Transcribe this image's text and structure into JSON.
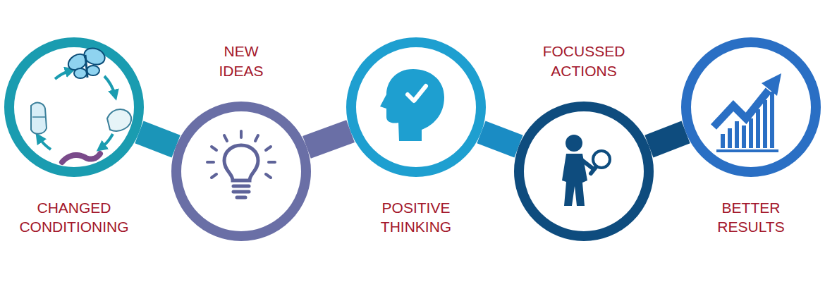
{
  "diagram": {
    "nodes": [
      {
        "text": [
          "CHANGED CONDITIONING"
        ]
      },
      {
        "text": [
          "NEW IDEAS"
        ]
      },
      {
        "text": [
          "POSITIVE THINKING"
        ]
      },
      {
        "text": [
          "FOCUSSED ACTIONS"
        ]
      },
      {
        "text": [
          "BETTER RESULTS"
        ]
      }
    ],
    "edges": [
      {
        "from": 0,
        "to": 1,
        "arrow": "none"
      },
      {
        "from": 1,
        "to": 2,
        "arrow": "none"
      },
      {
        "from": 2,
        "to": 3,
        "arrow": "none"
      },
      {
        "from": 3,
        "to": 4,
        "arrow": "none"
      }
    ]
  }
}
